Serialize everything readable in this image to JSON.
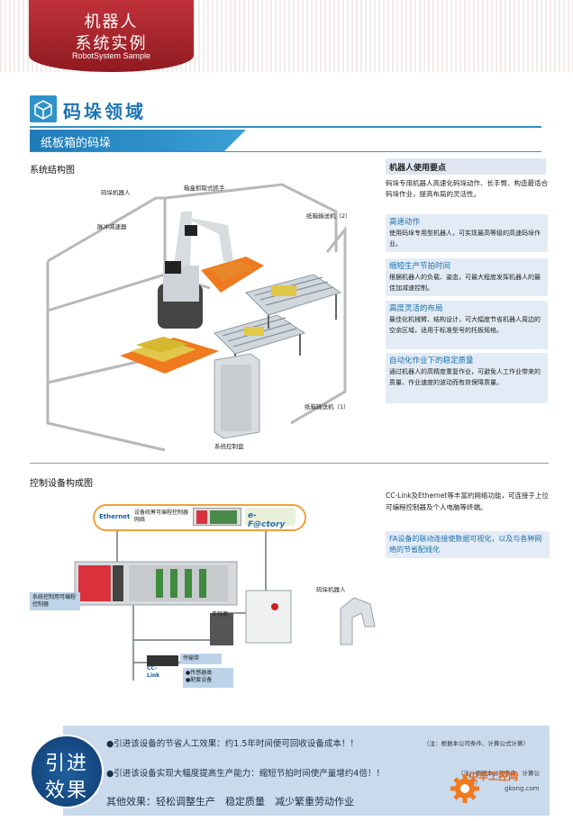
{
  "header": {
    "line1": "机器人",
    "line2": "系统实例",
    "subtitle": "RobotSystem Sample"
  },
  "section": {
    "title": "码垛领域",
    "subtitle": "纸板箱的码垛"
  },
  "system_diagram": {
    "heading": "系统结构图",
    "labels": {
      "robot": "码垛机器人",
      "gripper": "箱盒抓取式抓手",
      "reducer": "脉冲减速器",
      "conveyor2": "纸箱输送机（2）",
      "conveyor1": "纸箱输送机（1）",
      "controller": "系统控制盘"
    }
  },
  "robot_points": {
    "heading": "机器人使用要点",
    "intro": "码垛专用机器人高速化码垛动作、长手臂、构造最适合码垛作业，提高布局的灵活性。",
    "features": [
      {
        "title": "高速动作",
        "body": "使用码垛专用型机器人，可实现最高等级的高速码垛作业。"
      },
      {
        "title": "缩短生产节拍时间",
        "body": "根据机器人的负载、姿态，可最大程度发挥机器人的最佳加减速控制。"
      },
      {
        "title": "高度灵活的布局",
        "body": "最佳化机械臂、结构设计，可大幅度节省机器人周边的空余区域，适用于标准型号的托板规格。"
      },
      {
        "title": "自动化作业下的稳定质量",
        "body": "通过机器人的高精度重复作业，可避免人工作业带来的质量、作业速度的波动而有效保障质量。"
      }
    ]
  },
  "control_diagram": {
    "heading": "控制设备构成图",
    "ethernet_label": "Ethernet",
    "ethernet_desc": "设备统筹可编程控制器网络",
    "efactory": "e-F@ctory",
    "plc_tag": "系统控制用可编程控制器",
    "inverter_tag": "变频器",
    "conveyor_tag": "传输带",
    "cclink_label": "CC-Link",
    "sensors_tag": "●传感器类\n●配套设备",
    "robot_tag": "码垛机器人",
    "cc_text": "CC-Link及Ethernet等丰富的网络功能，可连接于上位可编程控制器及个人电脑等终端。",
    "fa_text": "FA设备的联动连接使数据可视化，以及与各种网络的节省配线化"
  },
  "benefits": {
    "circle_line1": "引进",
    "circle_line2": "效果",
    "item1": "●引进该设备的节省人工效果：约1.5年时间便可回收设备成本！！",
    "item1_note": "（注：根据本公司条件、计算公式计算）",
    "item2": "●引进该设备实现大幅度提高生产能力：缩短节拍时间使产量增约4倍！！",
    "item2_note": "（注：根据本公司条件、计算公式计算）",
    "other": "其他效果：轻松调整生产　稳定质量　减少繁重劳动作业"
  },
  "watermark": {
    "cn": "中华工控网",
    "url": "gkong.com"
  },
  "colors": {
    "header_red": "#b02a31",
    "accent_blue": "#2f92c9",
    "feature_bg": "#e3ecf6",
    "conveyor_orange": "#f07a1e"
  }
}
